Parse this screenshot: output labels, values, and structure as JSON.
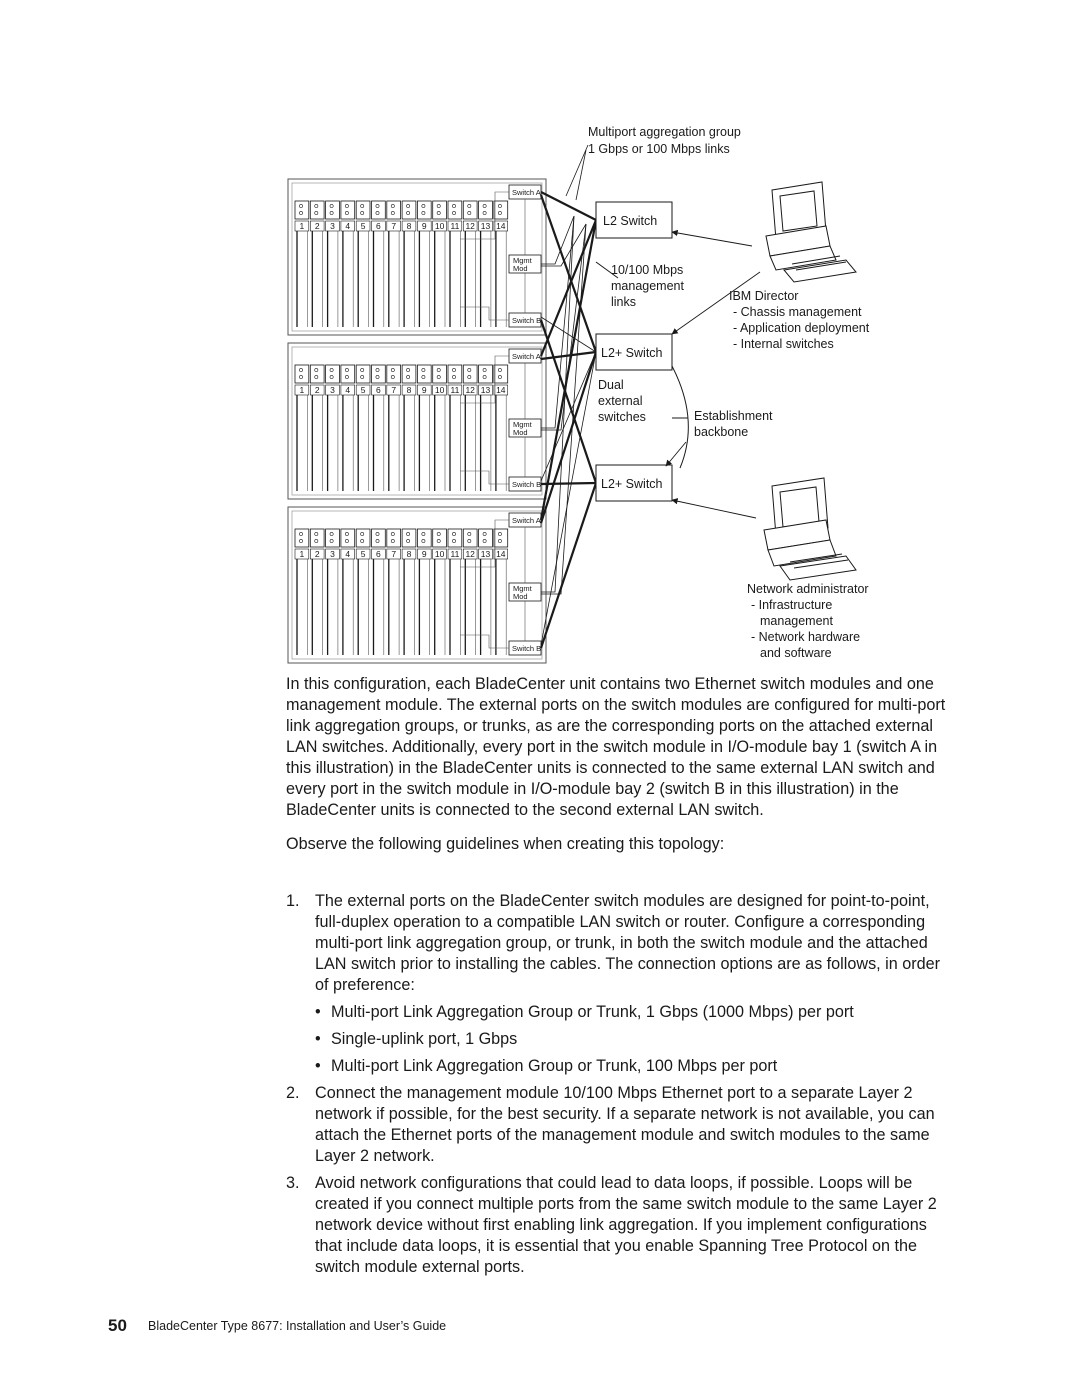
{
  "figure": {
    "agg_label_1": "Multiport aggregation group",
    "agg_label_2": "1 Gbps or 100 Mbps links",
    "l2_switch": "L2 Switch",
    "mgmt_links_1": "10/100 Mbps",
    "mgmt_links_2": "management",
    "mgmt_links_3": "links",
    "l2plus_switch_1": "L2+ Switch",
    "dual_1": "Dual",
    "dual_2": "external",
    "dual_3": "switches",
    "l2plus_switch_2": "L2+ Switch",
    "establishment_1": "Establishment",
    "establishment_2": "backbone",
    "ibm_director": "IBM Director",
    "ibm_director_items": [
      "- Chassis management",
      "- Application deployment",
      "- Internal switches"
    ],
    "net_admin": "Network administrator",
    "net_admin_items": [
      "- Infrastructure",
      "management",
      "- Network hardware",
      "and software"
    ],
    "switch_a": "Switch A",
    "switch_b": "Switch B",
    "mgmt_1": "Mgmt",
    "mgmt_2": "Mod",
    "bay_numbers": [
      "1",
      "2",
      "3",
      "4",
      "5",
      "6",
      "7",
      "8",
      "9",
      "10",
      "11",
      "12",
      "13",
      "14"
    ]
  },
  "body": {
    "paragraph_1": "In this configuration, each BladeCenter unit contains two Ethernet switch modules and one management module. The external ports on the switch modules are configured for multi-port link aggregation groups, or trunks, as are the corresponding ports on the attached external LAN switches. Additionally, every port in the switch module in I/O-module bay 1 (switch A in this illustration) in the BladeCenter units is connected to the same external LAN switch and every port in the switch module in I/O-module bay 2 (switch B in this illustration) in the BladeCenter units is connected to the second external LAN switch.",
    "paragraph_2": "Observe the following guidelines when creating this topology:",
    "items": [
      {
        "num": "1.",
        "text": "The external ports on the BladeCenter switch modules are designed for point-to-point, full-duplex operation to a compatible LAN switch or router. Configure a corresponding multi-port link aggregation group, or trunk, in both the switch module and the attached LAN switch prior to installing the cables. The connection options are as follows, in order of preference:"
      },
      {
        "num": "2.",
        "text": "Connect the management module 10/100 Mbps Ethernet port to a separate Layer 2 network if possible, for the best security. If a separate network is not available, you can attach the Ethernet ports of the management module and switch modules to the same Layer 2 network."
      },
      {
        "num": "3.",
        "text": "Avoid network configurations that could lead to data loops, if possible. Loops will be created if you connect multiple ports from the same switch module to the same Layer 2 network device without first enabling link aggregation. If you implement configurations that include data loops, it is essential that you enable Spanning Tree Protocol on the switch module external ports."
      }
    ],
    "bullets": [
      "Multi-port Link Aggregation Group or Trunk, 1 Gbps (1000 Mbps) per port",
      "Single-uplink port, 1 Gbps",
      "Multi-port Link Aggregation Group or Trunk, 100 Mbps per port"
    ],
    "bullet_glyph": "•"
  },
  "footer": {
    "page_number": "50",
    "title": "BladeCenter Type 8677:  Installation and User’s Guide"
  }
}
